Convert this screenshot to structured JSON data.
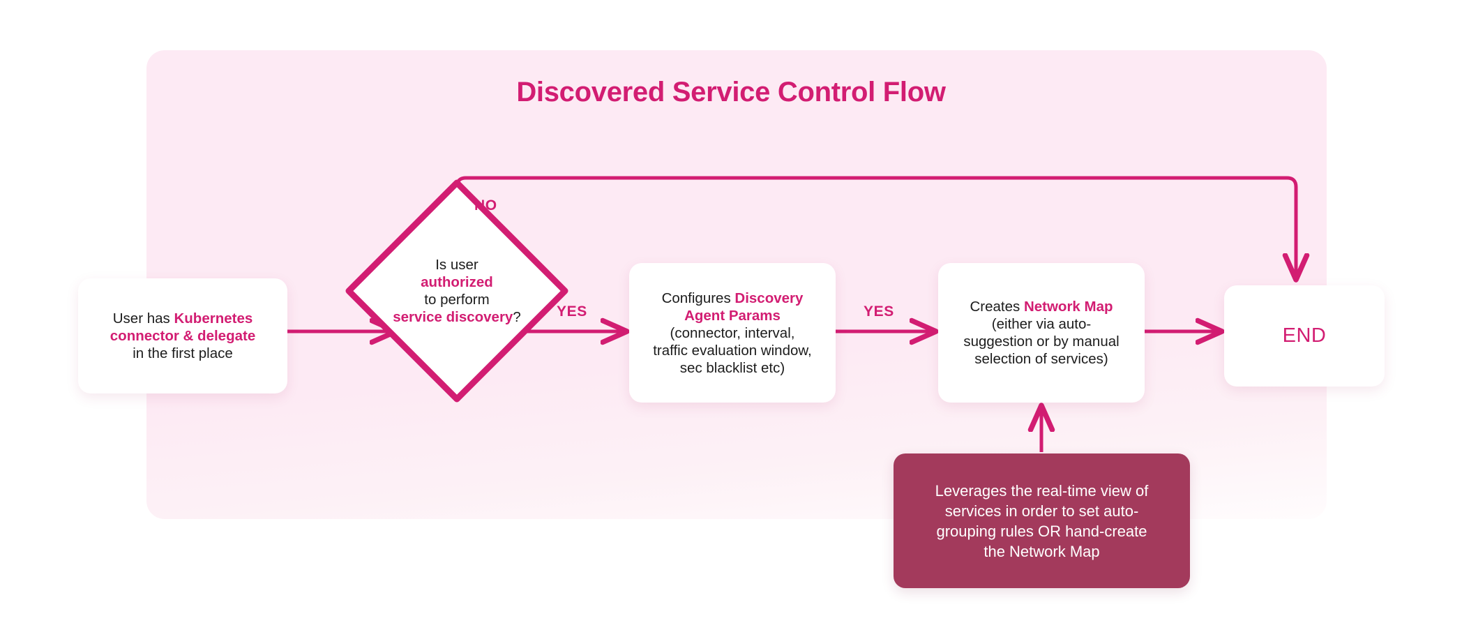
{
  "page": {
    "title": "Discovered Service Control Flow",
    "accent_color": "#d21d72",
    "panel_color": "#fdeaf4",
    "note_color": "#a33a5c"
  },
  "nodes": {
    "start": {
      "name": "start-node",
      "line1_plain": "User has ",
      "line1_highlight": "Kubernetes",
      "line2_highlight": "connector & delegate",
      "line3_plain": "in the first place"
    },
    "decision": {
      "name": "decision-node",
      "line1": "Is user",
      "line2_highlight": "authorized",
      "line3": "to perform",
      "line4_highlight": "service discovery",
      "line4_suffix": "?"
    },
    "params": {
      "name": "configure-params-node",
      "line1_plain": "Configures ",
      "line1_highlight": "Discovery",
      "line2_highlight": "Agent Params",
      "line3": "(connector, interval,",
      "line4": "traffic evaluation window,",
      "line5": "sec blacklist etc)"
    },
    "map": {
      "name": "create-network-map-node",
      "line1_plain": "Creates ",
      "line1_highlight": "Network Map",
      "line2": "(either via auto-",
      "line3": "suggestion or by manual",
      "line4": "selection of services)"
    },
    "end": {
      "name": "end-node",
      "label": "END"
    },
    "note": {
      "name": "note-box",
      "line1": "Leverages the real-time view of",
      "line2": "services in order to set auto-",
      "line3": "grouping rules OR hand-create",
      "line4": "the Network Map"
    }
  },
  "edges": {
    "no_label": "NO",
    "yes_label_1": "YES",
    "yes_label_2": "YES"
  }
}
